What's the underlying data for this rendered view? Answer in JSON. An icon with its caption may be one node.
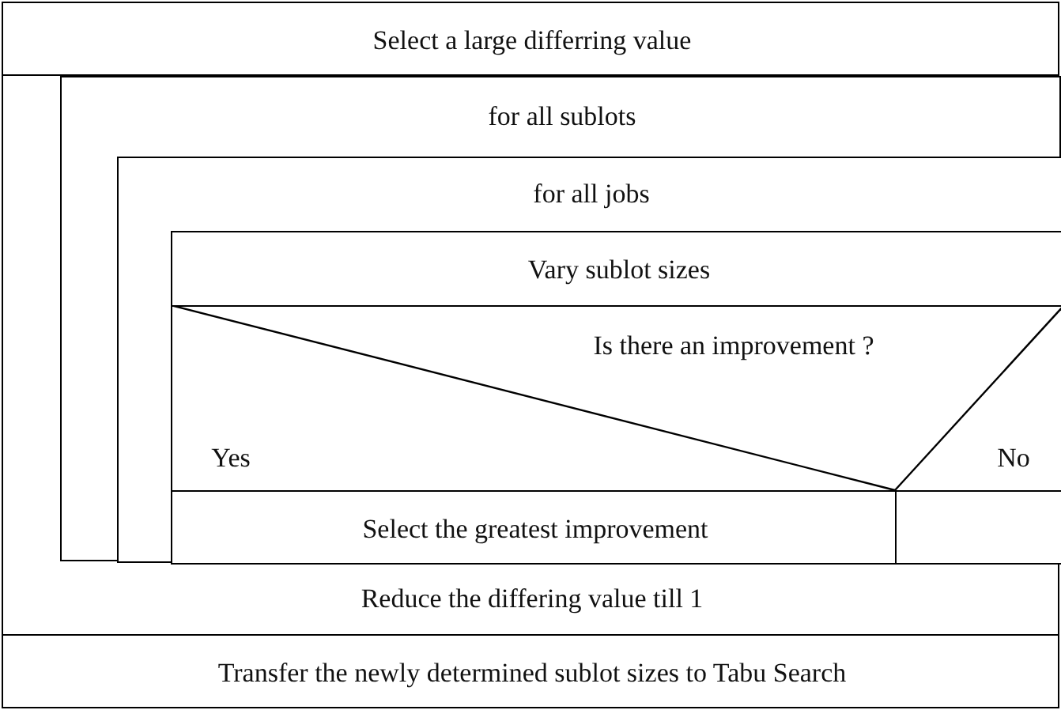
{
  "diagram": {
    "nodes": [
      {
        "text": [
          "Select a large differring value"
        ]
      },
      {
        "text": [
          "Reduce the differing value till 1"
        ]
      },
      {
        "text": [
          "for all sublots"
        ],
        "in": 1
      },
      {
        "text": [
          "for all jobs"
        ],
        "in": 2
      },
      {
        "text": [
          "Vary sublot sizes"
        ],
        "in": 3
      },
      {
        "text": [
          "Is there an improvement ?",
          "Yes",
          "No"
        ],
        "in": 3
      },
      {
        "text": [
          "Select the greatest improvement"
        ],
        "in": 3
      },
      {
        "text": [],
        "shape": "box",
        "in": 3
      },
      {
        "text": [
          "Transfer the newly determined sublot sizes to Tabu Search"
        ]
      }
    ],
    "edges": []
  }
}
